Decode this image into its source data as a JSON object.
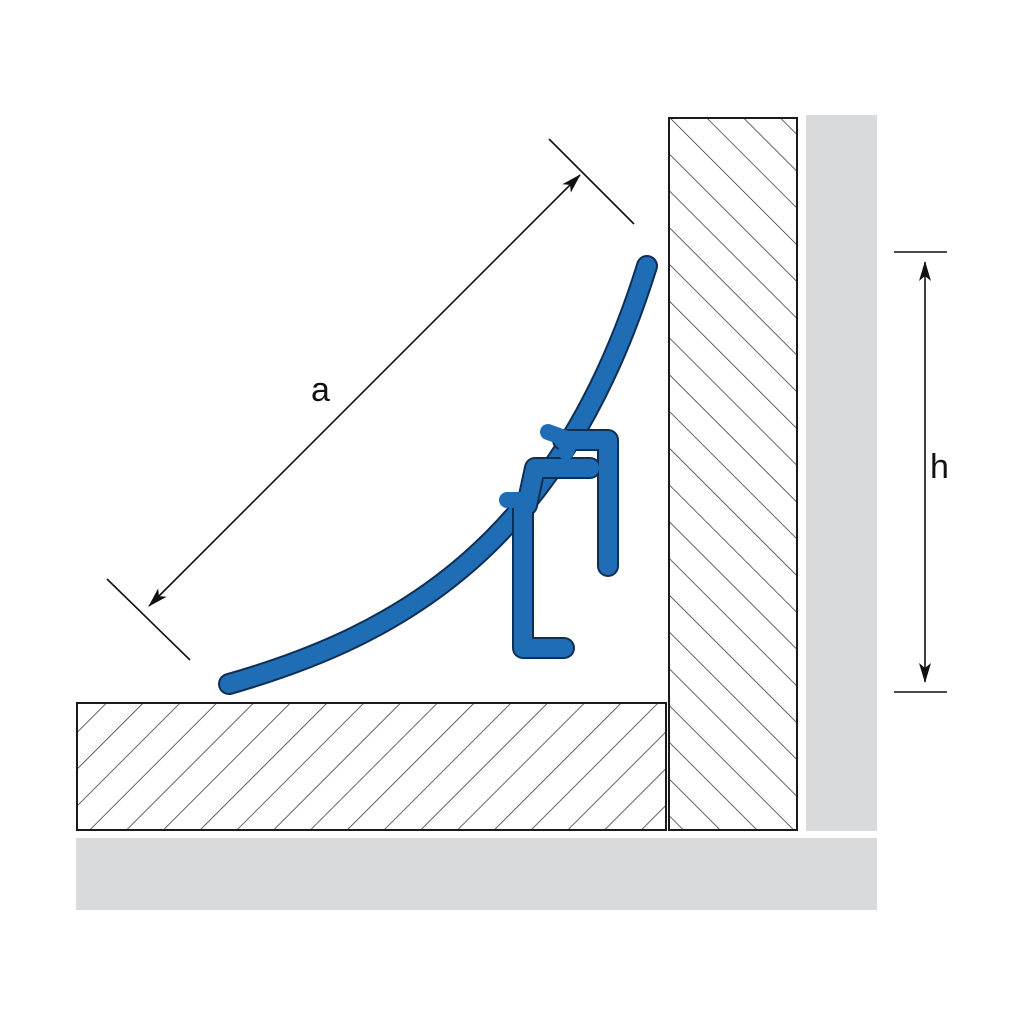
{
  "labels": {
    "length": "a",
    "height": "h"
  },
  "colors": {
    "background": "#ffffff",
    "wall_backing": "#d9dadc",
    "hatch_line": "#222222",
    "outline": "#1a1a1a",
    "profile_fill": "#1f6db5",
    "profile_edge": "#0e2f55",
    "dimension_line": "#111111"
  },
  "elements": {
    "floor_backing": "floor-backing-slab",
    "wall_backing": "wall-backing-slab",
    "floor_covering": "floor-hatched-section",
    "wall_covering": "wall-hatched-section",
    "profile": "skirting-profile",
    "dimension_a": "dimension-a",
    "dimension_h": "dimension-h"
  }
}
